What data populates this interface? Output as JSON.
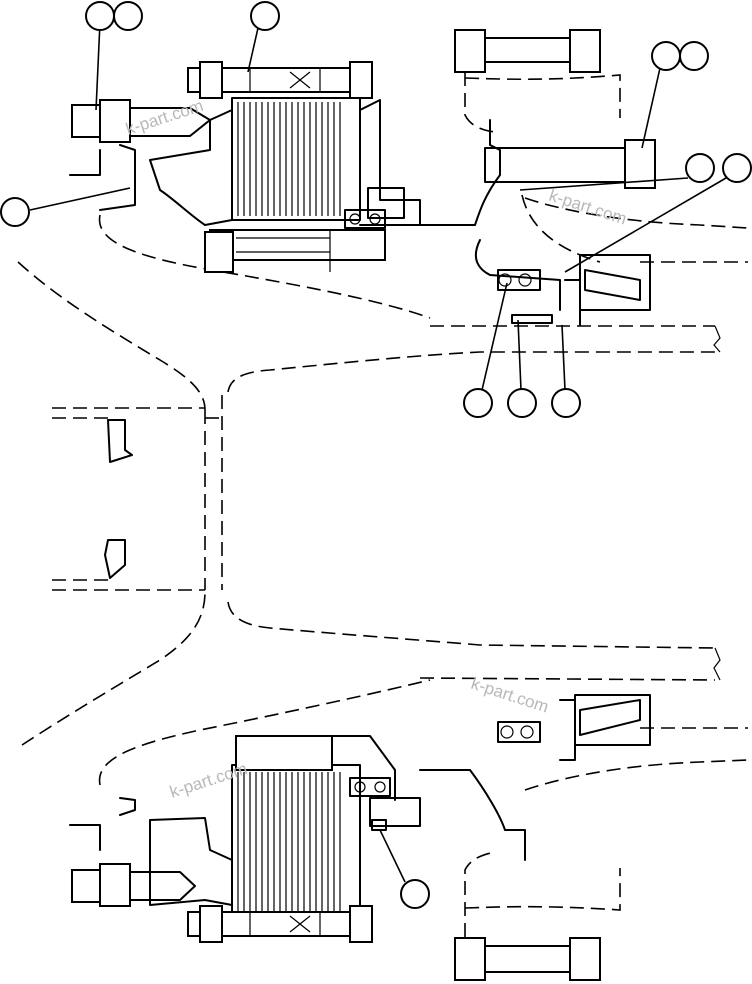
{
  "watermarks": [
    {
      "text": "k-part.com"
    },
    {
      "text": "k-part.com"
    },
    {
      "text": "k-part.com"
    },
    {
      "text": "k-part.com"
    }
  ],
  "callouts": [
    {
      "label": ""
    },
    {
      "label": ""
    },
    {
      "label": ""
    },
    {
      "label": ""
    },
    {
      "label": ""
    },
    {
      "label": ""
    },
    {
      "label": ""
    },
    {
      "label": ""
    },
    {
      "label": ""
    },
    {
      "label": ""
    },
    {
      "label": ""
    },
    {
      "label": ""
    }
  ]
}
